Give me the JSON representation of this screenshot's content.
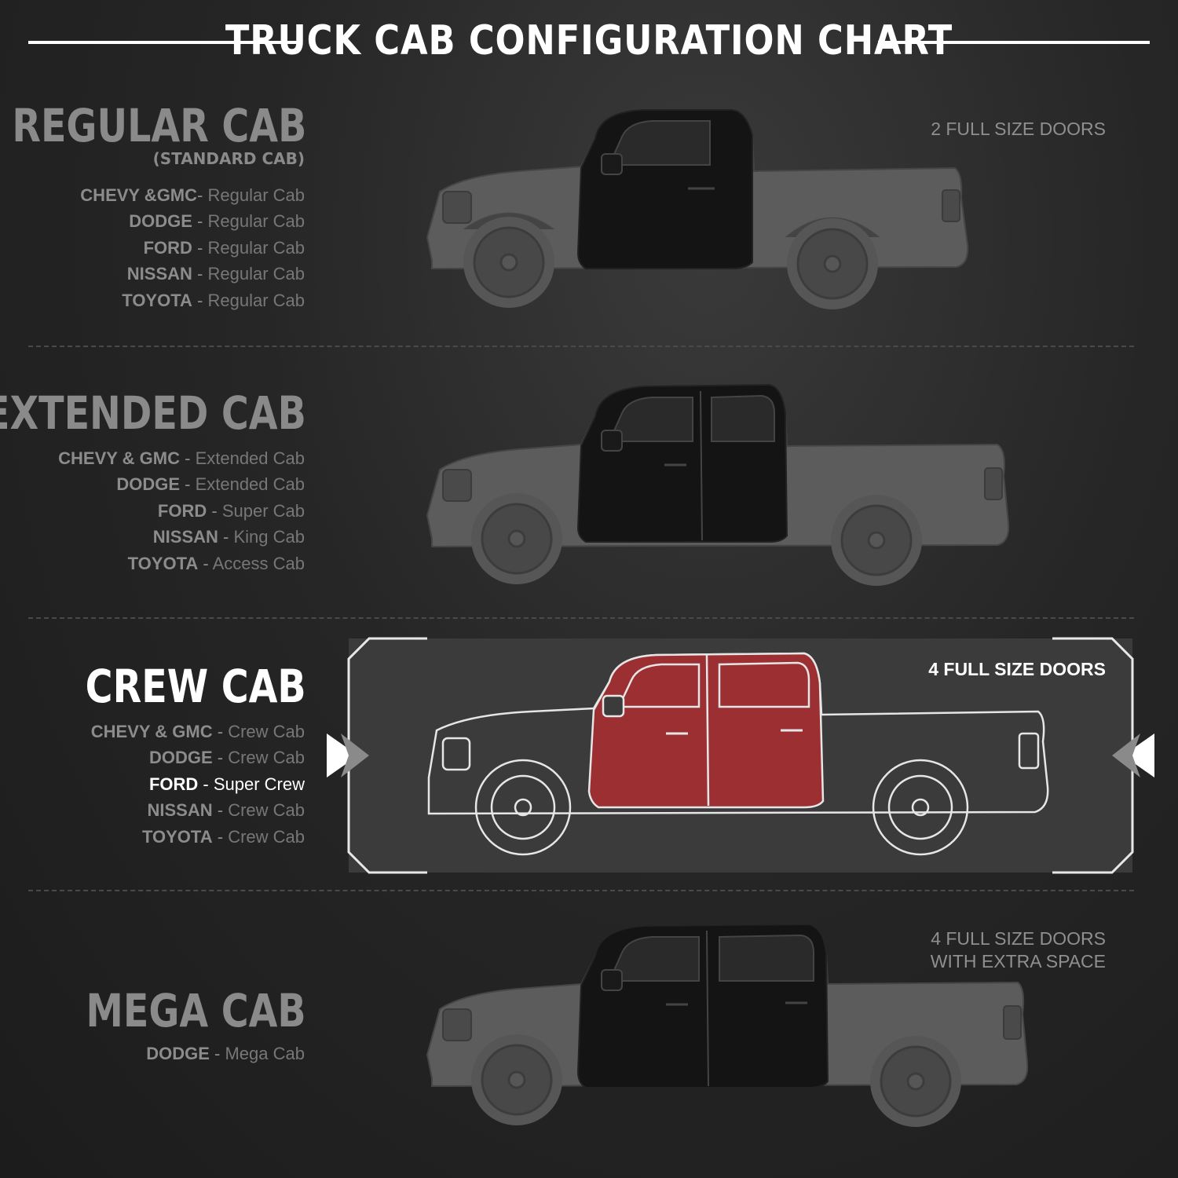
{
  "title": "TRUCK CAB CONFIGURATION CHART",
  "sections": [
    {
      "name": "REGULAR CAB",
      "subtitle": "(STANDARD CAB)",
      "door_note": [
        "2 FULL SIZE DOORS"
      ],
      "brands": [
        {
          "brand": "CHEVY &GMC",
          "sep": "- ",
          "model": "Regular Cab"
        },
        {
          "brand": "DODGE",
          "sep": " - ",
          "model": "Regular Cab"
        },
        {
          "brand": "FORD",
          "sep": " - ",
          "model": "Regular Cab"
        },
        {
          "brand": "NISSAN",
          "sep": " - ",
          "model": "Regular Cab"
        },
        {
          "brand": "TOYOTA",
          "sep": " - ",
          "model": "Regular Cab"
        }
      ]
    },
    {
      "name": "EXTENDED CAB",
      "door_note": [],
      "brands": [
        {
          "brand": "CHEVY & GMC",
          "sep": " - ",
          "model": "Extended Cab"
        },
        {
          "brand": "DODGE",
          "sep": " - ",
          "model": "Extended Cab"
        },
        {
          "brand": "FORD",
          "sep": " - ",
          "model": "Super Cab"
        },
        {
          "brand": "NISSAN",
          "sep": " - ",
          "model": "King Cab"
        },
        {
          "brand": "TOYOTA",
          "sep": " - ",
          "model": "Access Cab"
        }
      ]
    },
    {
      "name": "CREW CAB",
      "door_note": [
        "4 FULL SIZE DOORS"
      ],
      "highlighted": true,
      "brands": [
        {
          "brand": "CHEVY & GMC",
          "sep": " - ",
          "model": "Crew Cab"
        },
        {
          "brand": "DODGE",
          "sep": " - ",
          "model": "Crew Cab"
        },
        {
          "brand": "FORD",
          "sep": " - ",
          "model": "Super Crew",
          "active": true
        },
        {
          "brand": "NISSAN",
          "sep": " - ",
          "model": "Crew Cab"
        },
        {
          "brand": "TOYOTA",
          "sep": " - ",
          "model": "Crew Cab"
        }
      ]
    },
    {
      "name": "MEGA CAB",
      "door_note": [
        "4 FULL SIZE DOORS",
        "WITH EXTRA SPACE"
      ],
      "brands": [
        {
          "brand": "DODGE",
          "sep": " - ",
          "model": "Mega Cab"
        }
      ]
    }
  ],
  "colors": {
    "background": "#262626",
    "body_gray": "#5c5c5c",
    "cab_black": "#141414",
    "highlight_red": "#9c2f32",
    "highlight_panel": "#3b3b3b",
    "text_gray": "#8a8a8a",
    "text_white": "#ffffff"
  }
}
